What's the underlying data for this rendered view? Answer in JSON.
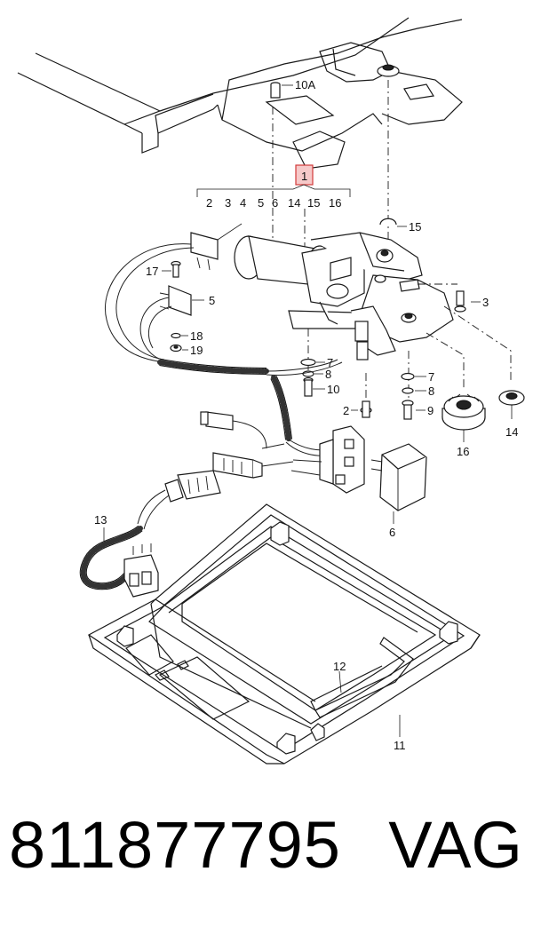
{
  "callouts": {
    "c10a": "10A",
    "c1": "1",
    "group": [
      "2",
      "3",
      "4",
      "5",
      "6",
      "14",
      "15",
      "16"
    ],
    "c15": "15",
    "c17": "17",
    "c5": "5",
    "c3": "3",
    "c18": "18",
    "c19": "19",
    "c7a": "7",
    "c8a": "8",
    "c10": "10",
    "c7b": "7",
    "c8b": "8",
    "c2": "2",
    "c9": "9",
    "c14": "14",
    "c16": "16",
    "c6": "6",
    "c13": "13",
    "c12": "12",
    "c11": "11"
  },
  "footer": {
    "part_number": "811877795",
    "brand": "VAG"
  },
  "colors": {
    "highlight_fill": "#f6c9c9",
    "highlight_border": "#d23a3a"
  }
}
